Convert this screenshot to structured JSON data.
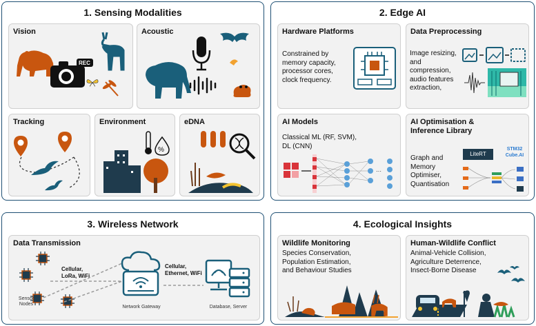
{
  "panels": {
    "sensing": {
      "title": "1. Sensing Modalities",
      "vision": "Vision",
      "acoustic": "Acoustic",
      "tracking": "Tracking",
      "environment": "Environment",
      "edna": "eDNA",
      "rec_label": "REC"
    },
    "edge": {
      "title": "2. Edge AI",
      "hardware_title": "Hardware Platforms",
      "hardware_text": [
        "Constrained by",
        "memory capacity,",
        "processor cores,",
        "clock frequency."
      ],
      "preproc_title": "Data Preprocessing",
      "preproc_text": [
        "Image resizing,",
        "and",
        "compression,",
        "audio features",
        "extraction,"
      ],
      "models_title": "AI Models",
      "models_text": [
        "Classical ML (RF, SVM),",
        "DL (CNN)"
      ],
      "optim_title": [
        "AI Optimisation &",
        "Inference Library"
      ],
      "optim_text": [
        "Graph and",
        "Memory",
        "Optimiser,",
        "Quantisation"
      ],
      "litert": "LiteRT",
      "stm_line1": "STM32",
      "stm_line2": "Cube.AI"
    },
    "wireless": {
      "title": "3. Wireless Network",
      "transmission_title": "Data Transmission",
      "link1": [
        "Cellular,",
        "LoRa, WiFi"
      ],
      "link2": [
        "Cellular,",
        "Ethernet, WiFi"
      ],
      "sensor_nodes": [
        "Sensor",
        "Nodes"
      ],
      "gateway": "Network Gateway",
      "database": "Database, Server"
    },
    "insights": {
      "title": "4. Ecological Insights",
      "wildlife_title": "Wildlife Monitoring",
      "wildlife_text": [
        "Species Conservation,",
        "Population Estimation,",
        "and Behaviour Studies"
      ],
      "conflict_title": "Human-Wildlife Conflict",
      "conflict_text": [
        "Animal-Vehicle Collision,",
        "Agriculture Deterrence,",
        "Insect-Borne Disease"
      ]
    }
  },
  "colors": {
    "border": "#1d4f73",
    "orange": "#c8560f",
    "teal": "#1a5f7a",
    "dark": "#1f3b4d"
  }
}
